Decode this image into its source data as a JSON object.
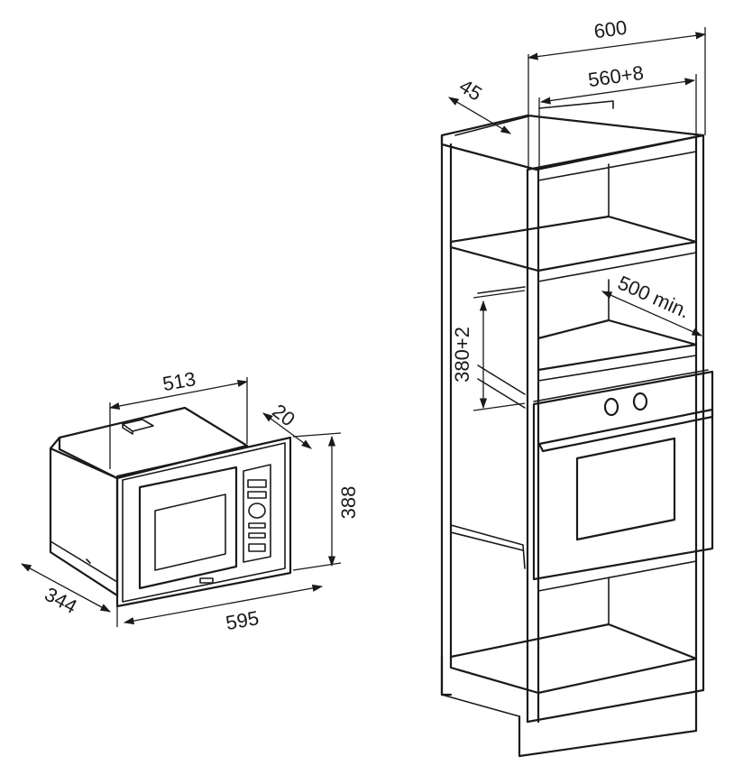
{
  "microwave": {
    "dims": {
      "depth_top": "513",
      "frame_depth": "20",
      "height": "388",
      "depth_side": "344",
      "width": "595"
    }
  },
  "tall_cabinet": {
    "dims": {
      "width": "600",
      "inner_width": "560+8",
      "side_offset": "45",
      "depth_min": "500 min.",
      "niche_height": "380+2"
    }
  },
  "colors": {
    "line": "#1a1a1a",
    "background": "#ffffff"
  }
}
